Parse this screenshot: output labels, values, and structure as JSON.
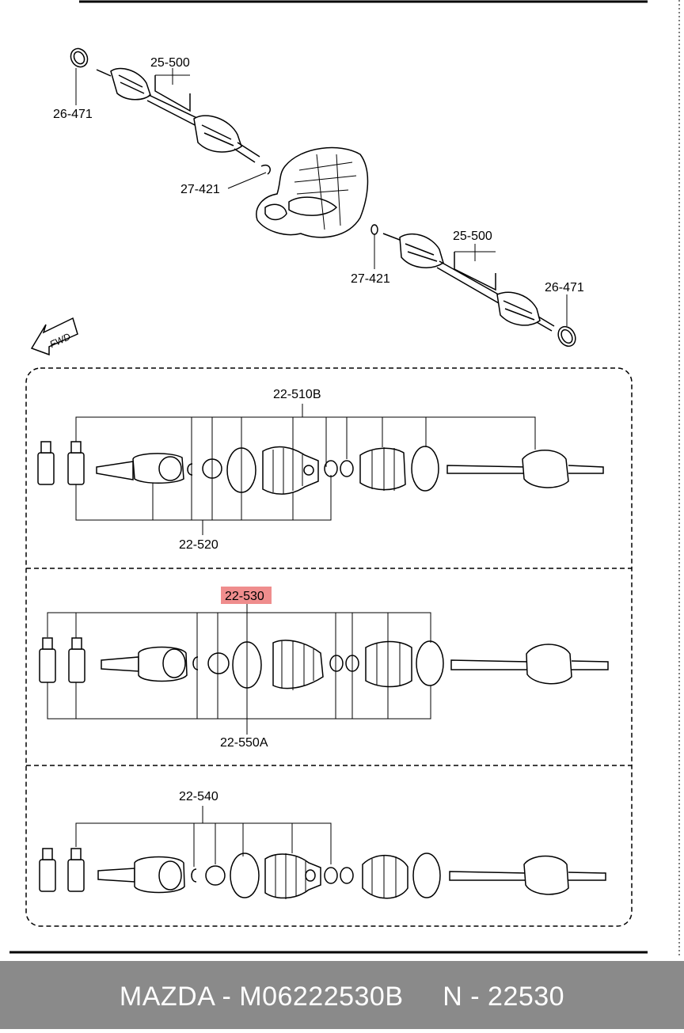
{
  "labels": {
    "top_shaft_left_ring": "26-471",
    "top_shaft_left": "25-500",
    "top_clip_left": "27-421",
    "top_clip_right": "27-421",
    "top_shaft_right": "25-500",
    "top_shaft_right_ring": "26-471",
    "fwd": "FWD",
    "sec1_top": "22-510B",
    "sec1_bottom": "22-520",
    "sec2_top": "22-530",
    "sec2_bottom": "22-550A",
    "sec3_top": "22-540"
  },
  "highlight": {
    "label": "22-530",
    "color": "#ef8d8d"
  },
  "footer": {
    "brand": "MAZDA",
    "part_number": "M06222530B",
    "ref": "N - 22530",
    "background": "#8a8a8a"
  }
}
